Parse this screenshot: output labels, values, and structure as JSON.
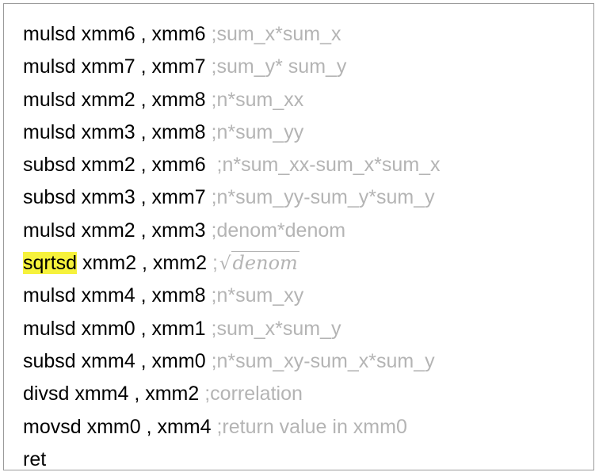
{
  "lines": [
    {
      "instr": "mulsd",
      "operands": " xmm6 , xmm6 ",
      "comment": ";sum_x*sum_x"
    },
    {
      "instr": "mulsd",
      "operands": " xmm7 , xmm7 ",
      "comment": ";sum_y* sum_y"
    },
    {
      "instr": "mulsd",
      "operands": " xmm2 , xmm8 ",
      "comment": ";n*sum_xx"
    },
    {
      "instr": "mulsd",
      "operands": " xmm3 , xmm8 ",
      "comment": ";n*sum_yy"
    },
    {
      "instr": "subsd",
      "operands": " xmm2 , xmm6  ",
      "comment": ";n*sum_xx-sum_x*sum_x"
    },
    {
      "instr": "subsd",
      "operands": " xmm3 , xmm7 ",
      "comment": ";n*sum_yy-sum_y*sum_y"
    },
    {
      "instr": "mulsd",
      "operands": " xmm2 , xmm3 ",
      "comment": ";denom*denom"
    },
    {
      "instr": "sqrtsd",
      "operands": " xmm2 , xmm2 ",
      "comment": ";",
      "sqrt_arg": "denom"
    },
    {
      "instr": "mulsd",
      "operands": " xmm4 , xmm8 ",
      "comment": ";n*sum_xy"
    },
    {
      "instr": "mulsd",
      "operands": " xmm0 , xmm1 ",
      "comment": ";sum_x*sum_y"
    },
    {
      "instr": "subsd",
      "operands": " xmm4 , xmm0 ",
      "comment": ";n*sum_xy-sum_x*sum_y"
    },
    {
      "instr": "divsd",
      "operands": " xmm4 , xmm2 ",
      "comment": ";correlation"
    },
    {
      "instr": "movsd",
      "operands": " xmm0 , xmm4 ",
      "comment": ";return value in xmm0"
    },
    {
      "instr": "ret",
      "operands": "",
      "comment": ""
    }
  ],
  "sqrt_symbol": "√",
  "colors": {
    "comment": "#b4b4b4",
    "highlight": "#f6f23c",
    "border": "#9a9a9a"
  }
}
